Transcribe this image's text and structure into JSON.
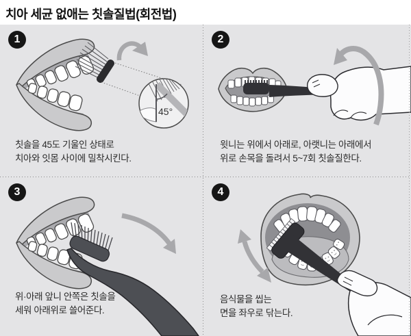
{
  "header": {
    "title": "치아 세균 없애는 칫솔질법(회전법)"
  },
  "panels": [
    {
      "number": "1",
      "caption": [
        "칫솔을 45도 기울인 상태로",
        "치아와 잇몸 사이에 밀착시킨다."
      ],
      "detail_angle_label": "45°"
    },
    {
      "number": "2",
      "caption": [
        "윗니는 위에서 아래로, 아랫니는 아래에서",
        "위로 손목을 돌려서 5~7회 칫솔질한다."
      ]
    },
    {
      "number": "3",
      "caption": [
        "위·아래 앞니 안쪽은 칫솔을",
        "세워 아래위로 쓸어준다."
      ]
    },
    {
      "number": "4",
      "caption": [
        "음식물을 씹는",
        "면을 좌우로 닦는다."
      ]
    }
  ],
  "colors": {
    "board_bg": "#e4e4e6",
    "title_text": "#111111",
    "caption_text": "#2b2b2b",
    "badge_bg": "#161616",
    "badge_text": "#ffffff",
    "outline": "#4a4a4a",
    "lip_gray": "#cacacc",
    "inner_mouth": "#96969a",
    "arrow_gray": "#a8a8ab",
    "brush_dark": "#323236",
    "handle_gray": "#4d4f54",
    "tooth_white": "#ffffff"
  }
}
